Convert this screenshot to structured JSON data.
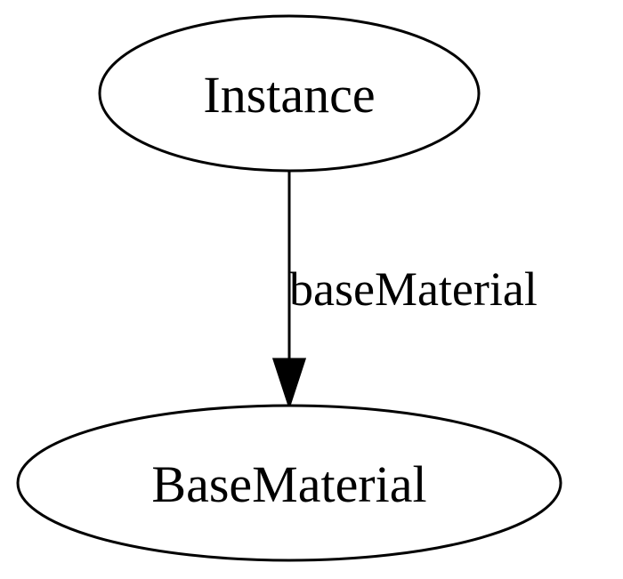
{
  "diagram": {
    "nodes": {
      "instance": {
        "label": "Instance"
      },
      "base_material": {
        "label": "BaseMaterial"
      }
    },
    "edges": [
      {
        "from": "Instance",
        "to": "BaseMaterial",
        "label": "baseMaterial"
      }
    ]
  }
}
